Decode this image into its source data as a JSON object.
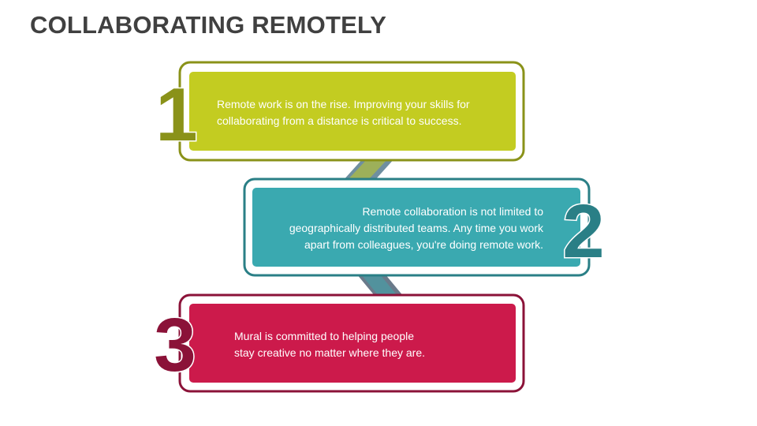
{
  "title": "COLLABORATING REMOTELY",
  "steps": [
    {
      "number": "1",
      "text_line1": "Remote work is on the rise. Improving your skills for",
      "text_line2": "collaborating from a distance is critical to success.",
      "text_line3": "",
      "color": "#c3cc21",
      "dark_color": "#8a9219"
    },
    {
      "number": "2",
      "text_line1": "Remote collaboration is not limited to",
      "text_line2": "geographically distributed teams. Any time you work",
      "text_line3": "apart from colleagues, you're doing remote work.",
      "color": "#3aa9b0",
      "dark_color": "#2a7f86"
    },
    {
      "number": "3",
      "text_line1": "Mural is committed to helping people",
      "text_line2": "stay creative no matter where they are.",
      "text_line3": "",
      "color": "#cc1a4b",
      "dark_color": "#8b1238"
    }
  ]
}
